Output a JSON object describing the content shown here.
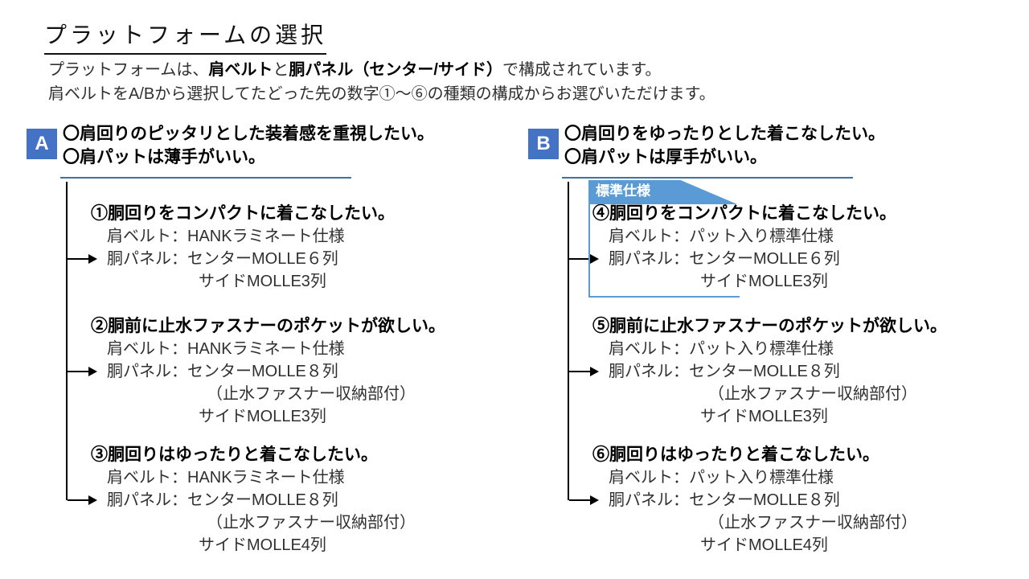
{
  "title": "プラットフォームの選択",
  "intro": {
    "line1": [
      "プラットフォームは、",
      "肩ベルト",
      "と",
      "胴パネル",
      "（センター/サイド）",
      "で構成されています。"
    ],
    "line2": "肩ベルトをA/Bから選択してたどった先の数字①～⑥の種類の構成からお選びいただけます。"
  },
  "colors": {
    "badge_blue": "#4472C4",
    "accent_blue": "#5B9BD5",
    "rule_blue": "#41719C"
  },
  "branches": [
    {
      "label": "A",
      "criteria": [
        "〇肩回りのピッタリとした装着感を重視したい。",
        "〇肩パットは薄手がいい。"
      ],
      "options": [
        {
          "title": "①胴回りをコンパクトに着こなしたい。",
          "lines": [
            "肩ベルト：HANKラミネート仕様",
            "胴パネル：センターMOLLE６列",
            "サイドMOLLE3列"
          ]
        },
        {
          "title": "②胴前に止水ファスナーのポケットが欲しい。",
          "lines": [
            "肩ベルト：HANKラミネート仕様",
            "胴パネル：センターMOLLE８列",
            "（止水ファスナー収納部付）",
            "サイドMOLLE3列"
          ]
        },
        {
          "title": "③胴回りはゆったりと着こなしたい。",
          "lines": [
            "肩ベルト：HANKラミネート仕様",
            "胴パネル：センターMOLLE８列",
            "（止水ファスナー収納部付）",
            "サイドMOLLE4列"
          ]
        }
      ]
    },
    {
      "label": "B",
      "criteria": [
        "〇肩回りをゆったりとした着こなしたい。",
        "〇肩パットは厚手がいい。"
      ],
      "options": [
        {
          "title": "④胴回りをコンパクトに着こなしたい。",
          "badge": "標準仕様",
          "lines": [
            "肩ベルト：パット入り標準仕様",
            "胴パネル：センターMOLLE６列",
            "サイドMOLLE3列"
          ]
        },
        {
          "title": "⑤胴前に止水ファスナーのポケットが欲しい。",
          "lines": [
            "肩ベルト：パット入り標準仕様",
            "胴パネル：センターMOLLE８列",
            "（止水ファスナー収納部付）",
            "サイドMOLLE3列"
          ]
        },
        {
          "title": "⑥胴回りはゆったりと着こなしたい。",
          "lines": [
            "肩ベルト：パット入り標準仕様",
            "胴パネル：センターMOLLE８列",
            "（止水ファスナー収納部付）",
            "サイドMOLLE4列"
          ]
        }
      ]
    }
  ]
}
